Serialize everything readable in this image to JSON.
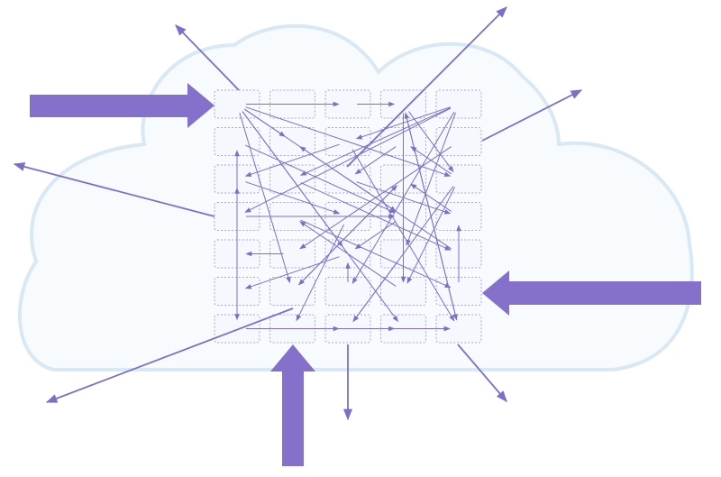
{
  "diagram": {
    "colors": {
      "background": "#ffffff",
      "cloud_fill": "#f7fbfe",
      "cloud_stroke": "#d8e8f4",
      "node_fill": "#f5f8fd",
      "node_stroke": "#a9a6dd",
      "arrow": "#7b6fc9",
      "big_arrow": "#8571cc"
    },
    "grid": {
      "rows": 7,
      "cols": 5
    },
    "external_inputs": [
      "left",
      "right",
      "bottom"
    ],
    "external_outputs": [
      "top-left",
      "top-right-upper",
      "top-right",
      "left",
      "bottom-left",
      "bottom",
      "bottom-right"
    ],
    "icons": [
      "cloud-shape"
    ]
  }
}
